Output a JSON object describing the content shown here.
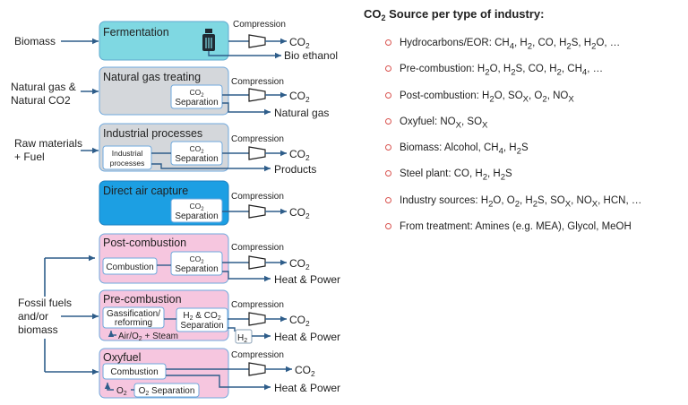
{
  "diagram": {
    "inputs": {
      "biomass": "Biomass",
      "natural_gas_1": "Natural gas &",
      "natural_gas_2": "Natural CO2",
      "raw_materials_1": "Raw materials",
      "raw_materials_2": "+ Fuel",
      "fossil_1": "Fossil fuels",
      "fossil_2": "and/or",
      "fossil_3": "biomass"
    },
    "compression_label": "Compression",
    "co2_label": "CO2",
    "co2_separation_1": "CO2",
    "co2_separation_2": "Separation",
    "processes": {
      "fermentation": {
        "title": "Fermentation",
        "product": "Bio ethanol"
      },
      "natural_gas_treating": {
        "title": "Natural gas treating",
        "product": "Natural gas"
      },
      "industrial_processes": {
        "title": "Industrial processes",
        "inner_1": "Industrial",
        "inner_2": "processes",
        "product": "Products"
      },
      "direct_air_capture": {
        "title": "Direct air capture"
      },
      "post_combustion": {
        "title": "Post-combustion",
        "inner": "Combustion",
        "product": "Heat & Power"
      },
      "pre_combustion": {
        "title": "Pre-combustion",
        "inner_1": "Gassification/",
        "inner_2": "reforming",
        "sep_1": "H2 & CO2",
        "sep_2": "Separation",
        "feed": "Air/O2 + Steam",
        "h2": "H2",
        "product": "Heat & Power"
      },
      "oxyfuel": {
        "title": "Oxyfuel",
        "inner": "Combustion",
        "o2_label": "O2",
        "o2_separation": "O2 Separation",
        "product": "Heat & Power"
      }
    }
  },
  "panel": {
    "title": "CO2 Source per type of industry:",
    "items": [
      "Hydrocarbons/EOR: CH4, H2, CO, H2S, H2O, ...",
      "Pre-combustion: H2O, H2S, CO, H2, CH4, ...",
      "Post-combustion: H2O, SOX, O2, NOX",
      "Oxyfuel: NOX, SOX",
      "Biomass: Alcohol, CH4, H2S",
      "Steel plant: CO, H2, H2S",
      "Industry sources: H2O, O2, H2S, SOX, NOX, HCN, ...",
      "From treatment: Amines (e.g. MEA), Glycol, MeOH"
    ]
  },
  "colors": {
    "fermentation": "#7fd8e2",
    "gray_box": "#d4d7db",
    "direct_air": "#1c9fe3",
    "pink_box": "#f6c6df",
    "box_border": "#6fa8dc",
    "line": "#2e5d8a",
    "bullet": "#d9534f"
  }
}
